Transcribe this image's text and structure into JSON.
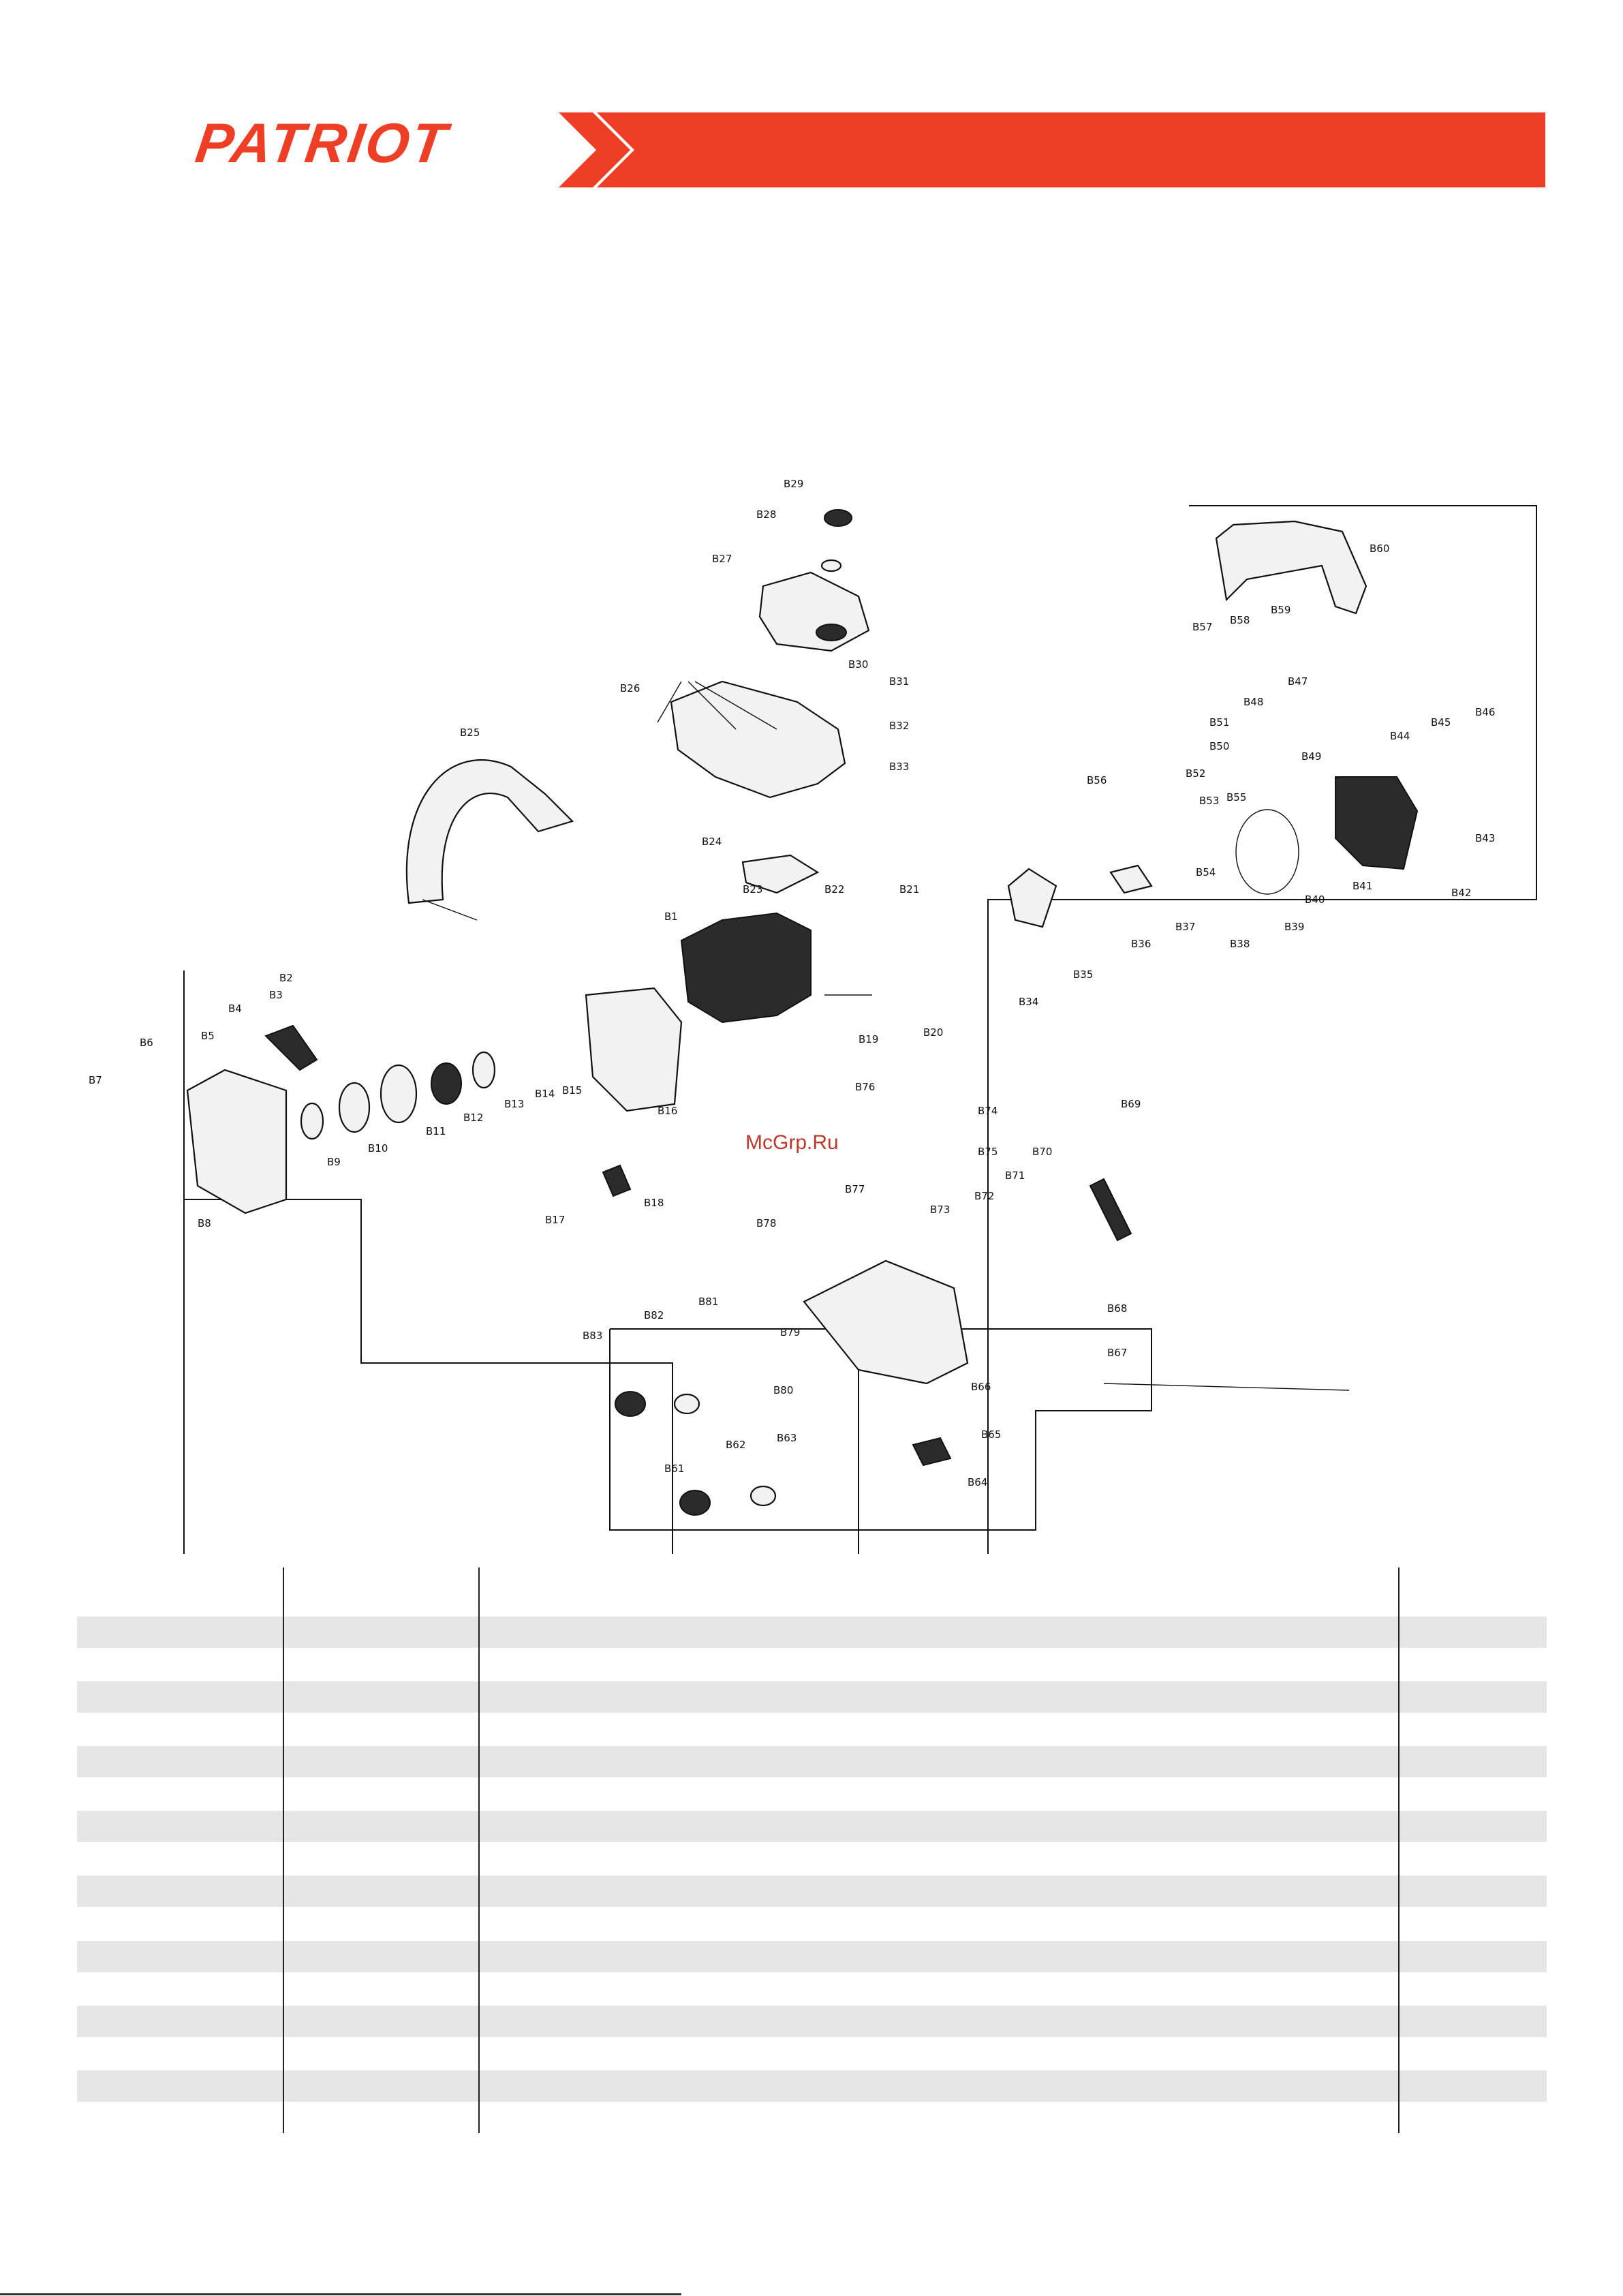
{
  "brand": {
    "name": "PATRIOT",
    "accent_color": "#ee3e25"
  },
  "watermark": "McGrp.Ru",
  "diagram": {
    "labels": [
      "B1",
      "B2",
      "B3",
      "B4",
      "B5",
      "B6",
      "B7",
      "B8",
      "B9",
      "B10",
      "B11",
      "B12",
      "B13",
      "B14",
      "B15",
      "B16",
      "B17",
      "B18",
      "B19",
      "B20",
      "B21",
      "B22",
      "B23",
      "B24",
      "B25",
      "B26",
      "B27",
      "B28",
      "B29",
      "B30",
      "B31",
      "B32",
      "B33",
      "B34",
      "B35",
      "B36",
      "B37",
      "B38",
      "B39",
      "B40",
      "B41",
      "B42",
      "B43",
      "B44",
      "B45",
      "B46",
      "B47",
      "B48",
      "B49",
      "B50",
      "B51",
      "B52",
      "B53",
      "B54",
      "B55",
      "B56",
      "B57",
      "B58",
      "B59",
      "B60",
      "B61",
      "B62",
      "B63",
      "B64",
      "B65",
      "B66",
      "B67",
      "B68",
      "B69",
      "B70",
      "B71",
      "B72",
      "B73",
      "B74",
      "B75",
      "B76",
      "B77",
      "B78",
      "B79",
      "B80",
      "B81",
      "B82",
      "B83"
    ]
  },
  "table": {
    "stripe_count": 15
  }
}
